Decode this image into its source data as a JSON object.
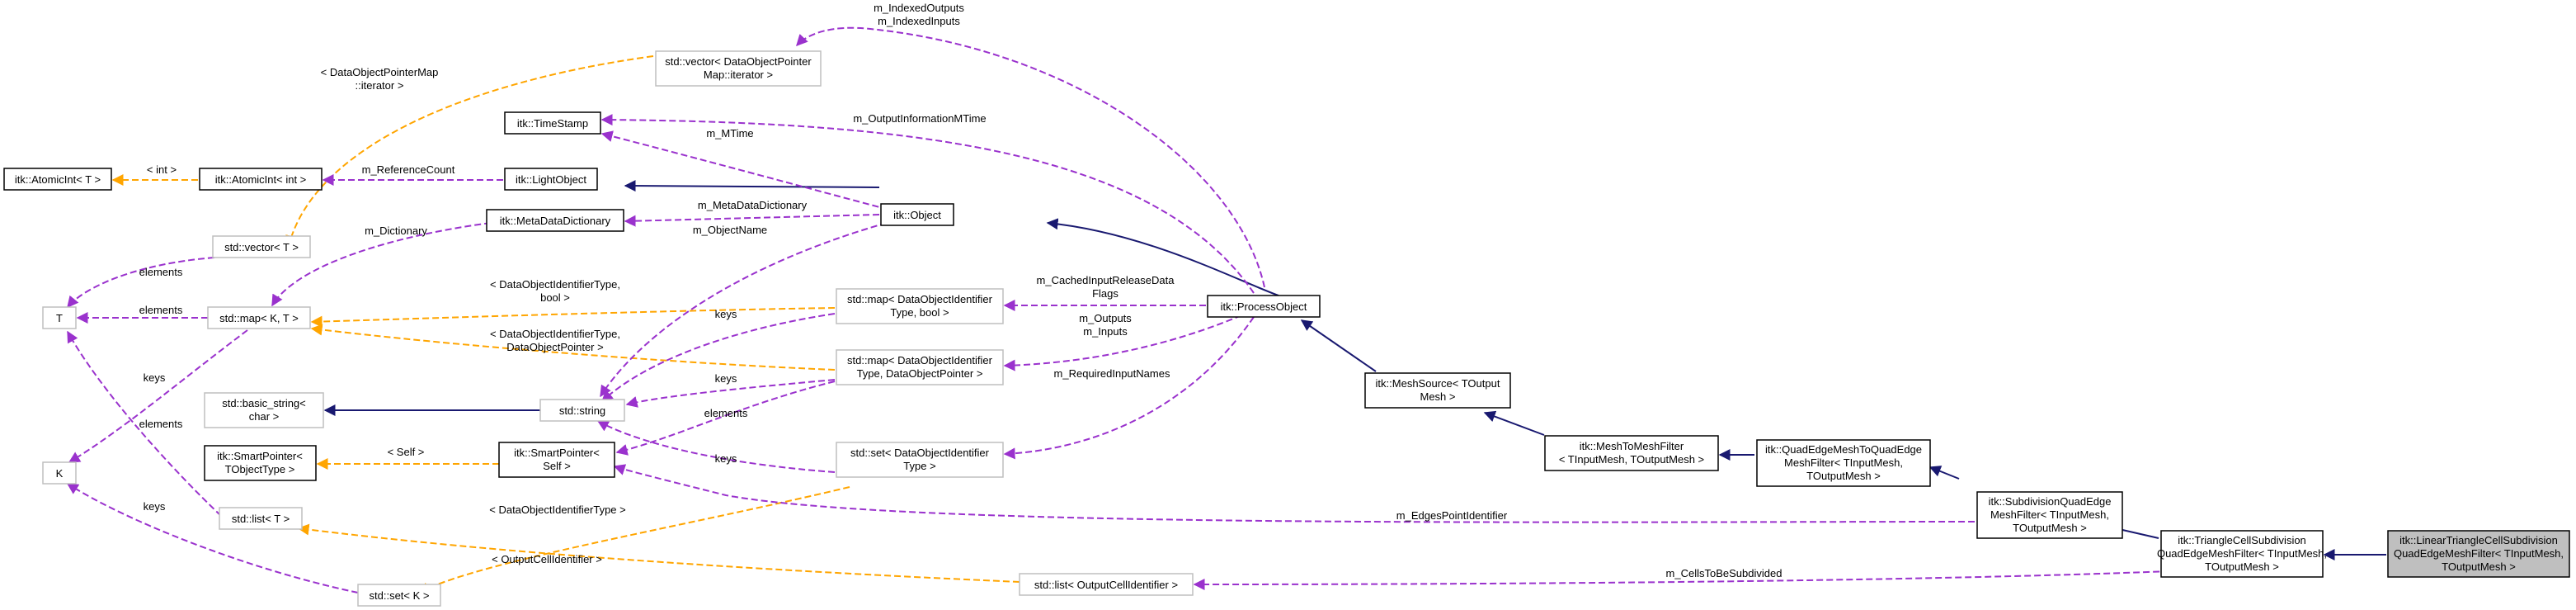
{
  "colors": {
    "solid_inheritance": "#191970",
    "usage": "#9a32cd",
    "template_instance": "#ffa500",
    "documented_border": "#000000",
    "undocumented_border": "#bfbfbf",
    "focus_fill": "#bfbfbf"
  },
  "nodes": {
    "linear_triangle": [
      "itk::LinearTriangleCellSubdivision",
      "QuadEdgeMeshFilter< TInputMesh,",
      "TOutputMesh >"
    ],
    "triangle_cell": [
      "itk::TriangleCellSubdivision",
      "QuadEdgeMeshFilter< TInputMesh,",
      "TOutputMesh >"
    ],
    "subdivision_qe": [
      "itk::SubdivisionQuadEdge",
      "MeshFilter< TInputMesh,",
      "TOutputMesh >"
    ],
    "qe_to_qe": [
      "itk::QuadEdgeMeshToQuadEdge",
      "MeshFilter< TInputMesh,",
      "TOutputMesh >"
    ],
    "mesh_to_mesh": [
      "itk::MeshToMeshFilter",
      "< TInputMesh, TOutputMesh >"
    ],
    "mesh_source": [
      "itk::MeshSource< TOutput",
      "Mesh >"
    ],
    "process_object": [
      "itk::ProcessObject"
    ],
    "object": [
      "itk::Object"
    ],
    "light_object": [
      "itk::LightObject"
    ],
    "time_stamp": [
      "itk::TimeStamp"
    ],
    "meta_data_dictionary": [
      "itk::MetaDataDictionary"
    ],
    "atomic_int_int": [
      "itk::AtomicInt< int >"
    ],
    "atomic_int_t": [
      "itk::AtomicInt< T >"
    ],
    "vector_iter": [
      "std::vector< DataObjectPointer",
      "Map::iterator >"
    ],
    "vector_t": [
      "std::vector< T >"
    ],
    "map_kt": [
      "std::map< K, T >"
    ],
    "t": [
      "T"
    ],
    "k": [
      "K"
    ],
    "basic_string": [
      "std::basic_string<",
      "char >"
    ],
    "string": [
      "std::string"
    ],
    "smart_pointer_self": [
      "itk::SmartPointer<",
      "Self >"
    ],
    "smart_pointer_t": [
      "itk::SmartPointer<",
      "TObjectType >"
    ],
    "list_t": [
      "std::list< T >"
    ],
    "set_k": [
      "std::set< K >"
    ],
    "map_bool": [
      "std::map< DataObjectIdentifier",
      "Type, bool >"
    ],
    "map_dop": [
      "std::map< DataObjectIdentifier",
      "Type, DataObjectPointer >"
    ],
    "set_doi": [
      "std::set< DataObjectIdentifier",
      "Type >"
    ],
    "list_oci": [
      "std::list< OutputCellIdentifier >"
    ]
  },
  "edge_labels": {
    "cells_to_be_subdivided": "m_CellsToBeSubdivided",
    "edges_point_identifier": "m_EdgesPointIdentifier",
    "indexed": [
      "m_IndexedOutputs",
      "m_IndexedInputs"
    ],
    "output_information_mtime": "m_OutputInformationMTime",
    "cached_input": [
      "m_CachedInputReleaseData",
      "Flags"
    ],
    "outputs_inputs": [
      "m_Outputs",
      "m_Inputs"
    ],
    "required_input_names": "m_RequiredInputNames",
    "mtime": "m_MTime",
    "meta_data_dictionary": "m_MetaDataDictionary",
    "object_name": "m_ObjectName",
    "reference_count": "m_ReferenceCount",
    "int_tmpl": "< int >",
    "dopm_iter_tmpl": [
      "< DataObjectPointerMap",
      "::iterator >"
    ],
    "m_dictionary": "m_Dictionary",
    "elements_vector": "elements",
    "elements_map": "elements",
    "keys_map": "keys",
    "doi_bool_tmpl": [
      "< DataObjectIdentifierType,",
      "bool >"
    ],
    "doi_dop_tmpl": [
      "< DataObjectIdentifierType,",
      "DataObjectPointer >"
    ],
    "keys_bool": "keys",
    "keys_dop": "keys",
    "elements_dop": "elements",
    "keys_set_doi": "keys",
    "self_tmpl": "< Self >",
    "elements_list": "elements",
    "keys_set_k": "keys",
    "doi_type_tmpl": "< DataObjectIdentifierType >",
    "oci_tmpl": "< OutputCellIdentifier >"
  }
}
